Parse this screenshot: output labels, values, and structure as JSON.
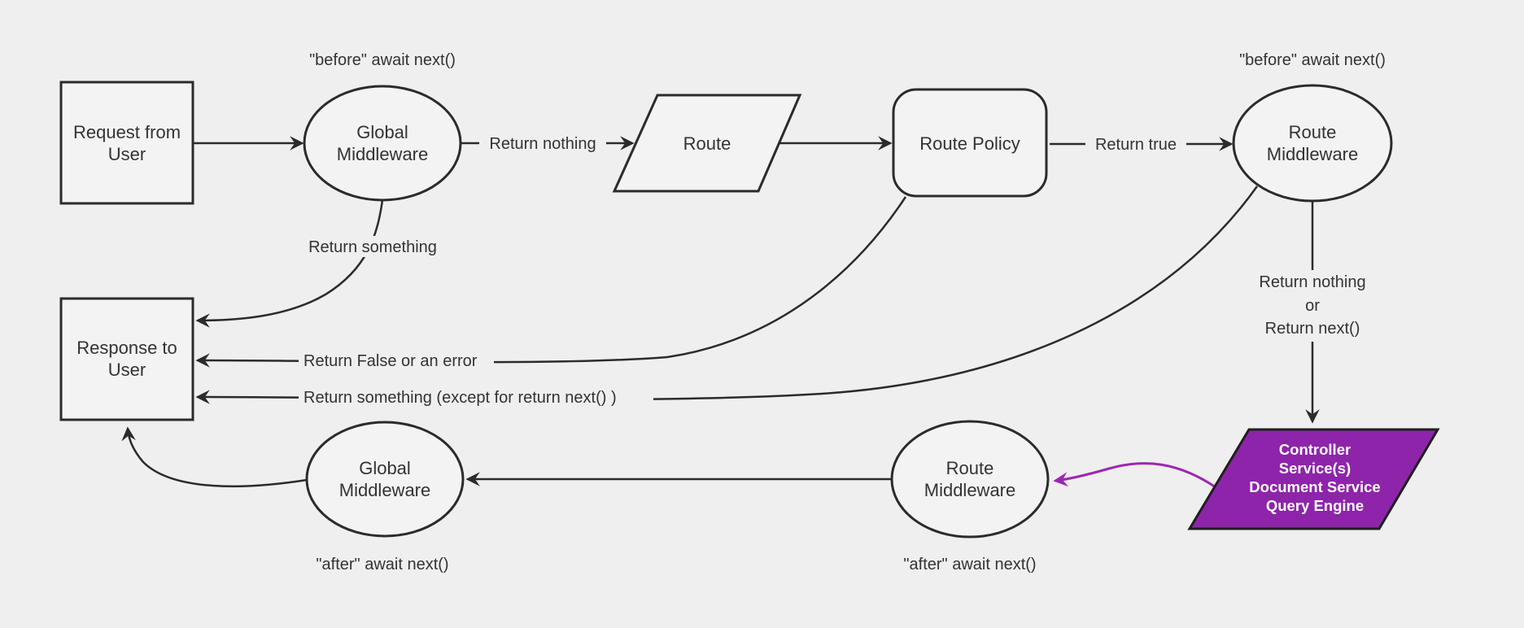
{
  "diagram": {
    "background": "#efefef",
    "node_fill": "#f3f3f3",
    "stroke": "#2b2b2b",
    "text_color": "#333333",
    "purple_fill": "#8e24aa",
    "purple_stroke": "#1f1f1f",
    "purple_edge": "#9c27b0"
  },
  "nodes": {
    "request": {
      "line1": "Request from",
      "line2": "User"
    },
    "global_middleware_top": {
      "line1": "Global",
      "line2": "Middleware"
    },
    "route": {
      "label": "Route"
    },
    "route_policy": {
      "label": "Route Policy"
    },
    "route_middleware_top": {
      "line1": "Route",
      "line2": "Middleware"
    },
    "response": {
      "line1": "Response to",
      "line2": "User"
    },
    "global_middleware_bottom": {
      "line1": "Global",
      "line2": "Middleware"
    },
    "route_middleware_bottom": {
      "line1": "Route",
      "line2": "Middleware"
    },
    "controller": {
      "line1": "Controller",
      "line2": "Service(s)",
      "line3": "Document Service",
      "line4": "Query Engine"
    }
  },
  "annotations": {
    "before_await_left": "\"before\" await next()",
    "before_await_right": "\"before\" await next()",
    "after_await_left": "\"after\" await next()",
    "after_await_right": "\"after\" await next()"
  },
  "edge_labels": {
    "return_nothing": "Return nothing",
    "return_true": "Return true",
    "return_something": "Return something",
    "return_false": "Return False or an error",
    "return_except": "Return something (except for return next() )",
    "return_nothing_or_line1": "Return nothing",
    "return_nothing_or_line2": "or",
    "return_nothing_or_line3": "Return next()"
  }
}
